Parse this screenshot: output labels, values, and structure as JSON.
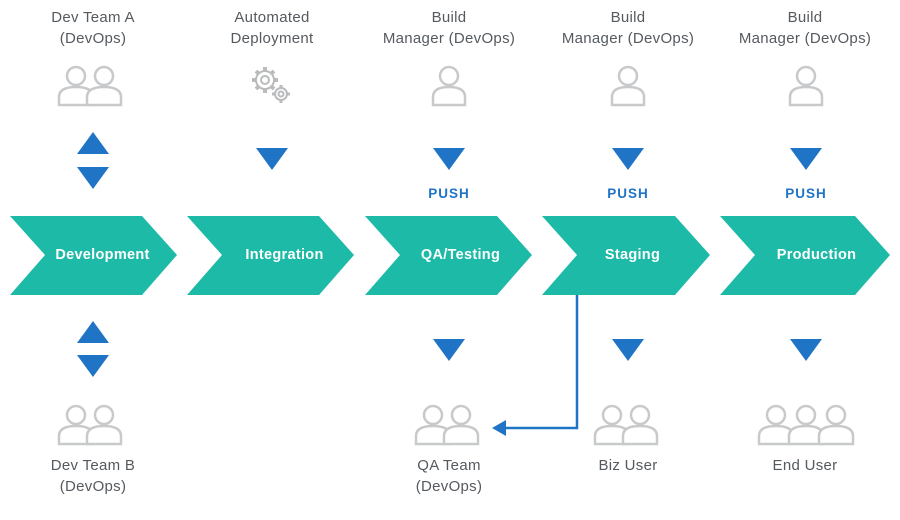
{
  "colors": {
    "stage_fill": "#1ebaa8",
    "arrow_blue": "#1f74c5",
    "icon_gray": "#c7c9cb",
    "text_gray": "#555a5f"
  },
  "top_roles": [
    {
      "label": "Dev Team A\n(DevOps)",
      "icon": "people-group-icon"
    },
    {
      "label": "Automated\nDeployment",
      "icon": "gears-icon"
    },
    {
      "label": "Build\nManager (DevOps)",
      "icon": "person-icon"
    },
    {
      "label": "Build\nManager (DevOps)",
      "icon": "person-icon"
    },
    {
      "label": "Build\nManager (DevOps)",
      "icon": "person-icon"
    }
  ],
  "push_label": "PUSH",
  "stages": [
    "Development",
    "Integration",
    "QA/Testing",
    "Staging",
    "Production"
  ],
  "bottom_roles": [
    {
      "label": "Dev Team B\n(DevOps)",
      "icon": "people-group-icon"
    },
    {
      "label": "QA Team\n(DevOps)",
      "icon": "people-group-icon"
    },
    {
      "label": "Biz User",
      "icon": "people-group-icon"
    },
    {
      "label": "End User",
      "icon": "people-group-icon"
    }
  ]
}
